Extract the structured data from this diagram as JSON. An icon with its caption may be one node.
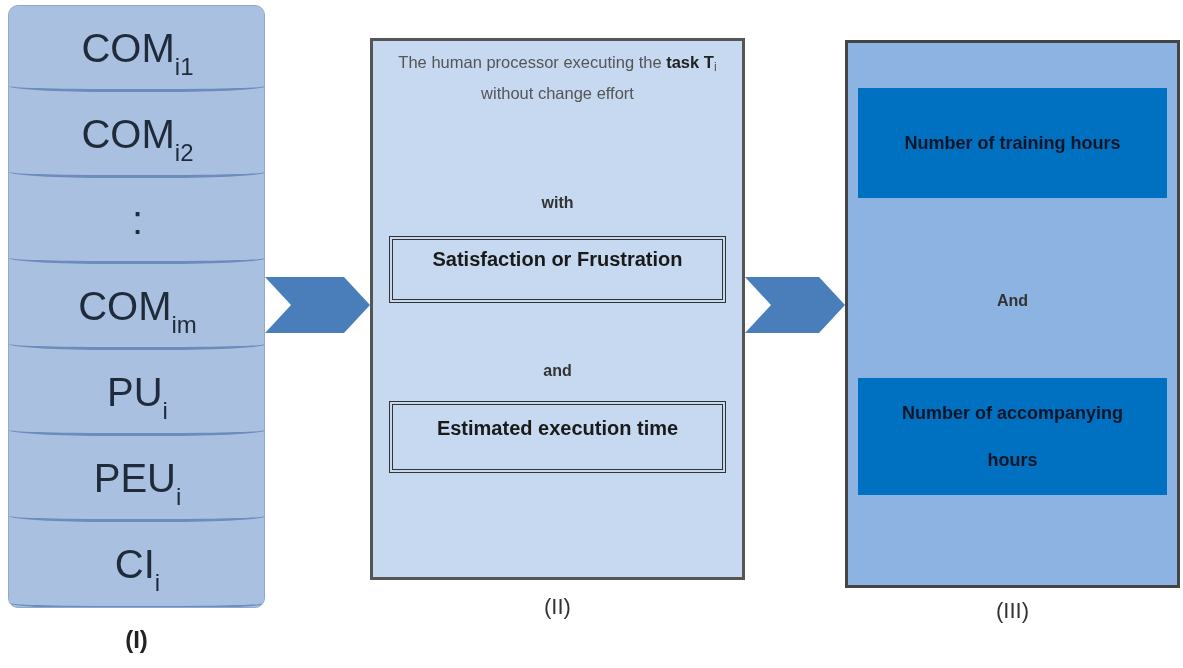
{
  "diagram": {
    "nodes": [
      {
        "text": [],
        "shape": "cylinder",
        "beside": [
          "(I)"
        ]
      },
      {
        "text": [
          "COM$_{i1}$"
        ],
        "in": 0
      },
      {
        "text": [
          "COM$_{i2}$"
        ],
        "in": 0
      },
      {
        "text": [
          ":"
        ],
        "in": 0
      },
      {
        "text": [
          "COM$_{im}$"
        ],
        "in": 0
      },
      {
        "text": [
          "PU$_{i}$"
        ],
        "in": 0
      },
      {
        "text": [
          "PEU$_{i}$"
        ],
        "in": 0
      },
      {
        "text": [
          "CI$_{i}$"
        ],
        "in": 0
      },
      {
        "text": [
          "The human processor executing the **task T**$_{i}$ without change effort",
          "with",
          "and"
        ],
        "beside": [
          "(II)"
        ]
      },
      {
        "text": [
          "Satisfaction or Frustration"
        ],
        "in": 8
      },
      {
        "text": [
          "Estimated execution time"
        ],
        "in": 8
      },
      {
        "text": [
          "And"
        ],
        "beside": [
          "(III)"
        ]
      },
      {
        "text": [
          "Number of training hours"
        ],
        "in": 11
      },
      {
        "text": [
          "Number of accompanying hours"
        ],
        "in": 11
      }
    ],
    "edges": [
      {
        "from": 0,
        "to": 8,
        "arrow": "to"
      },
      {
        "from": 8,
        "to": 11,
        "arrow": "to"
      }
    ]
  }
}
